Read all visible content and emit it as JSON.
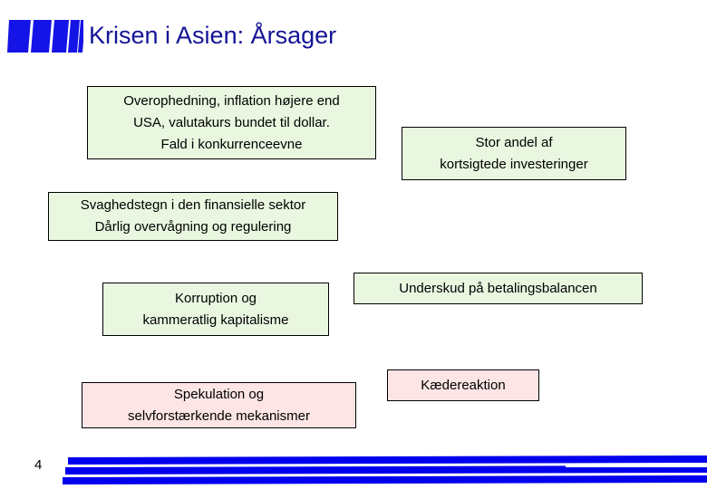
{
  "slide": {
    "title": "Krisen i Asien: Årsager",
    "page_number": "4",
    "logo_name": "slanted-bars-logo",
    "title_color": "#141496",
    "logo_color": "#1414e6",
    "footer_bar_color": "#0000ee",
    "box_green": "#e9f7e0",
    "box_pink": "#fde5e5",
    "box_border": "#000000"
  },
  "boxes": [
    {
      "id": "overheating",
      "fill": "green",
      "lines": [
        "Overophedning, inflation højere end",
        "USA, valutakurs bundet til dollar.",
        "Fald i konkurrenceevne"
      ]
    },
    {
      "id": "shortterm",
      "fill": "green",
      "lines": [
        "Stor andel af",
        "kortsigtede investeringer"
      ]
    },
    {
      "id": "weakness",
      "fill": "green",
      "lines": [
        "Svaghedstegn i den finansielle sektor",
        "Dårlig overvågning og regulering"
      ]
    },
    {
      "id": "corruption",
      "fill": "green",
      "lines": [
        "Korruption og",
        "kammeratlig kapitalisme"
      ]
    },
    {
      "id": "deficit",
      "fill": "green",
      "lines": [
        "Underskud på betalingsbalancen"
      ]
    },
    {
      "id": "speculation",
      "fill": "pink",
      "lines": [
        "Spekulation og",
        "selvforstærkende mekanismer"
      ]
    },
    {
      "id": "chainreaction",
      "fill": "pink",
      "lines": [
        "Kædereaktion"
      ]
    }
  ]
}
